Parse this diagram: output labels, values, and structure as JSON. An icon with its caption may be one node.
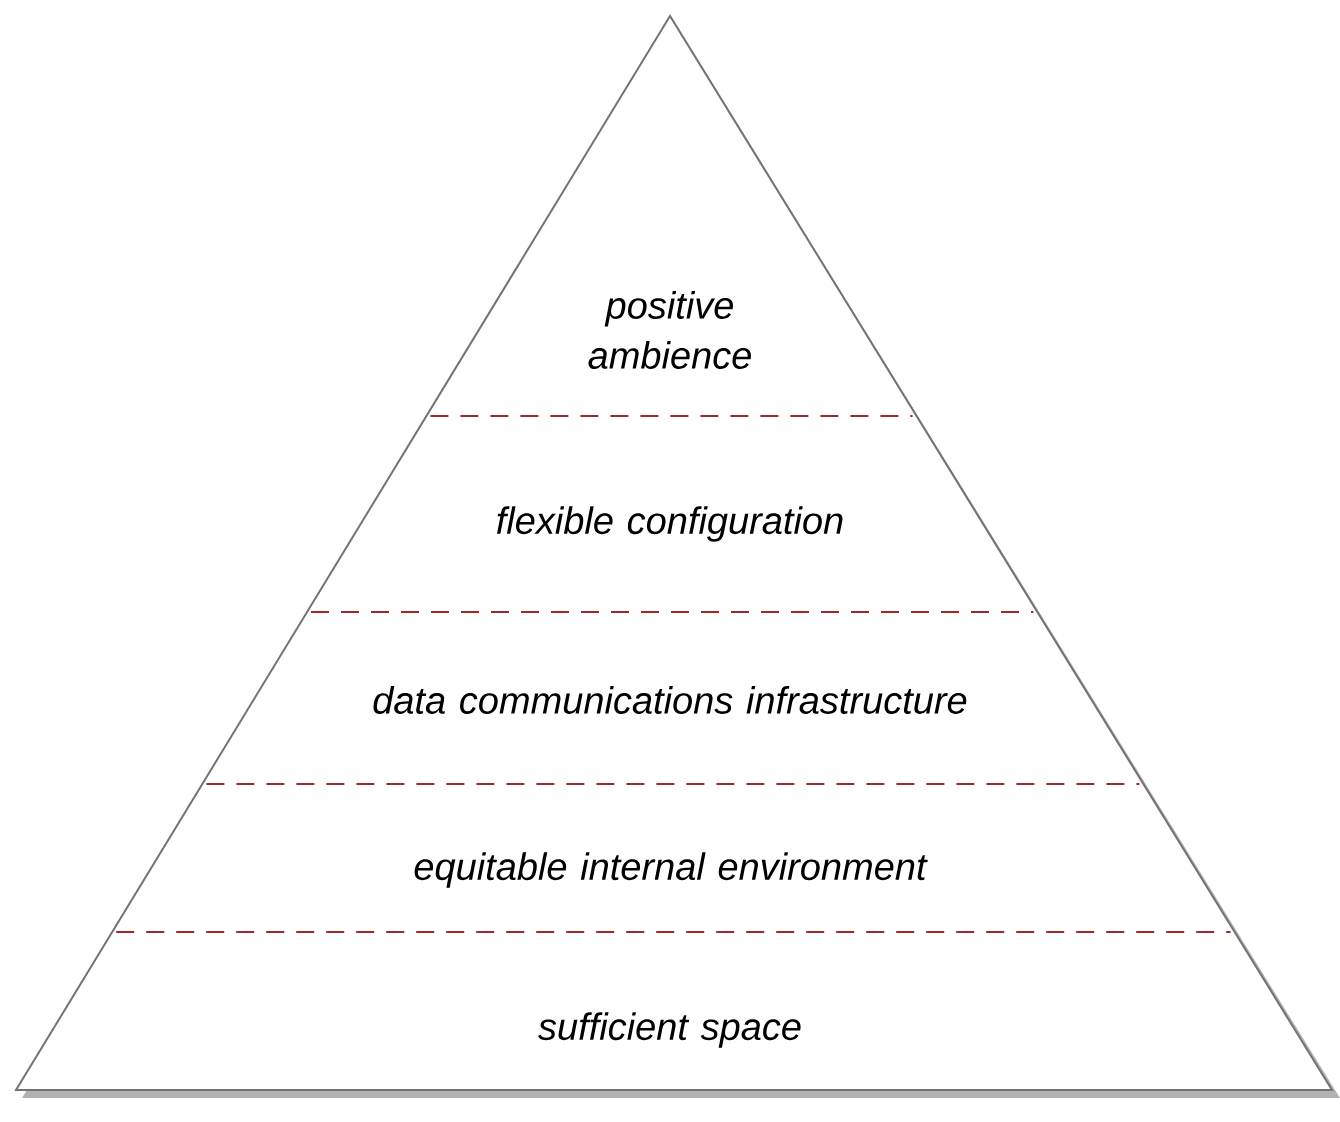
{
  "diagram": {
    "nodes": [
      {
        "text": [
          "positive ambience"
        ]
      },
      {
        "text": [
          "flexible configuration"
        ]
      },
      {
        "text": [
          "data communications infrastructure"
        ]
      },
      {
        "text": [
          "equitable internal environment"
        ]
      },
      {
        "text": [
          "sufficient space"
        ]
      }
    ]
  }
}
